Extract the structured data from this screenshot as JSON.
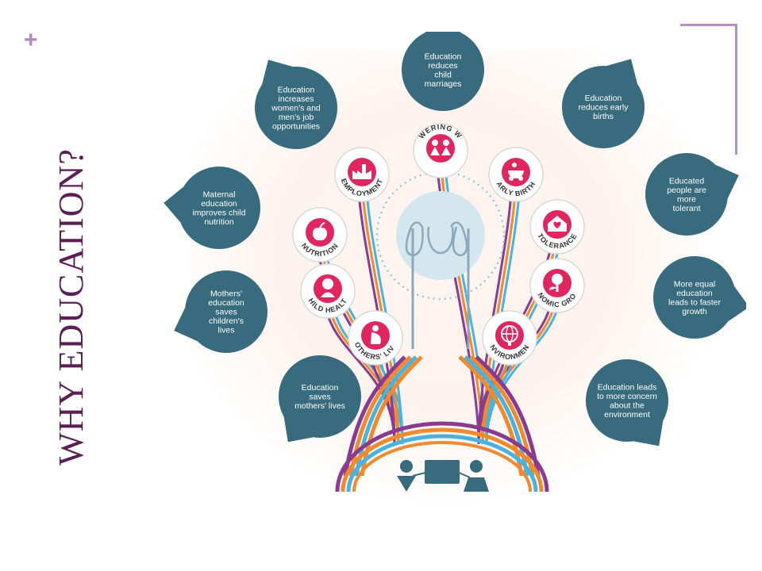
{
  "slide": {
    "title": "WHY EDUCATION?",
    "plus_symbol": "+"
  },
  "colors": {
    "bubble": "#376b7d",
    "pink": "#e0255f",
    "purple": "#8a3b8f",
    "orange": "#f08a2c",
    "blue": "#49b3e0",
    "title": "#5a1f55"
  },
  "nodes": [
    {
      "id": "empowering-women",
      "label": "EMPOWERING WOMEN",
      "icon": "women-icon",
      "bubble": [
        "Education",
        "reduces",
        "child",
        "marriages"
      ]
    },
    {
      "id": "early-births",
      "label": "EARLY BIRTHS",
      "icon": "stroller-icon",
      "bubble": [
        "Education",
        "reduces early",
        "births"
      ]
    },
    {
      "id": "tolerance",
      "label": "TOLERANCE",
      "icon": "house-heart-icon",
      "bubble": [
        "Educated",
        "people are",
        "more",
        "tolerant"
      ]
    },
    {
      "id": "economic-growth",
      "label": "ECONOMIC GROWTH",
      "icon": "money-plant-icon",
      "bubble": [
        "More equal",
        "education",
        "leads to faster",
        "growth"
      ]
    },
    {
      "id": "environment",
      "label": "ENVIRONMENT",
      "icon": "globe-icon",
      "bubble": [
        "Education leads",
        "to more concern",
        "about the",
        "environment"
      ]
    },
    {
      "id": "mothers-lives",
      "label": "MOTHERS' LIVES",
      "icon": "pregnant-woman-icon",
      "bubble": [
        "Education",
        "saves",
        "mothers' lives"
      ]
    },
    {
      "id": "child-health",
      "label": "CHILD HEALTH",
      "icon": "child-icon",
      "bubble": [
        "Mothers'",
        "education",
        "saves",
        "children's",
        "lives"
      ]
    },
    {
      "id": "nutrition",
      "label": "NUTRITION",
      "icon": "apple-icon",
      "bubble": [
        "Maternal",
        "education",
        "improves child",
        "nutrition"
      ]
    },
    {
      "id": "employment",
      "label": "EMPLOYMENT",
      "icon": "factory-icon",
      "bubble": [
        "Education",
        "increases",
        "women's and",
        "men's job",
        "opportunities"
      ]
    }
  ]
}
